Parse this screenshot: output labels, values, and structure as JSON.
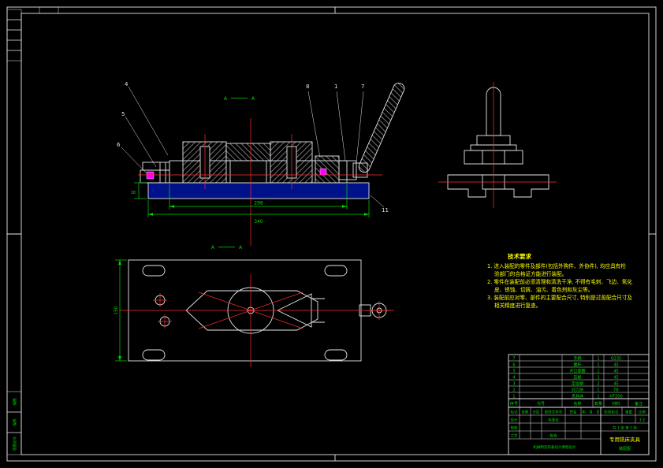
{
  "colors": {
    "bg": "#000000",
    "line": "#e6e6e6",
    "centerline": "#ff3030",
    "dim": "#00dd00",
    "note": "#ffff00",
    "accent": "#ff00ff",
    "fill_dark": "#00128a"
  },
  "sections": {
    "front_left": "A",
    "front_right": "A",
    "plan_left": "A",
    "plan_right": "A"
  },
  "balloons": {
    "items": [
      "4",
      "5",
      "6",
      "8",
      "1",
      "7",
      "11"
    ]
  },
  "dims": {
    "body_width": "298",
    "base_width": "340",
    "base_height": "18",
    "plan_height": "150"
  },
  "tech": {
    "title": "技术要求",
    "lines": [
      "1. 进入装配的零件及部件(包括外购件、外协件), 均应具有检",
      "验部门的合格证方能进行装配。",
      "2. 零件在装配前必须清理和清洗干净, 不得有毛刺、飞边、氧化",
      "皮、锈蚀、切屑、油污、着色剂和灰尘等。",
      "3. 装配前应对零、部件的主要配合尺寸, 特别是过盈配合尺寸及",
      "相关精度进行复查。"
    ]
  },
  "bom": {
    "headers": [
      "序号",
      "代号",
      "名称",
      "数量",
      "材料",
      "备注"
    ],
    "rows": [
      {
        "seq": "7",
        "code": "",
        "name": "手柄",
        "qty": "1",
        "mat": "Q235",
        "note": ""
      },
      {
        "seq": "6",
        "code": "",
        "name": "螺杆",
        "qty": "1",
        "mat": "45",
        "note": ""
      },
      {
        "seq": "5",
        "code": "",
        "name": "开口垫圈",
        "qty": "1",
        "mat": "45",
        "note": ""
      },
      {
        "seq": "4",
        "code": "",
        "name": "压板",
        "qty": "1",
        "mat": "45",
        "note": ""
      },
      {
        "seq": "3",
        "code": "",
        "name": "定位销",
        "qty": "2",
        "mat": "45",
        "note": ""
      },
      {
        "seq": "2",
        "code": "",
        "name": "对刀块",
        "qty": "1",
        "mat": "T8",
        "note": ""
      },
      {
        "seq": "1",
        "code": "",
        "name": "夹具体",
        "qty": "1",
        "mat": "HT200",
        "note": ""
      }
    ]
  },
  "title_block": {
    "mark": "标记",
    "count": "处数",
    "zone": "分区",
    "change_doc": "更改文件号",
    "sign": "签名",
    "date": "年、月、日",
    "design": "设计",
    "standard": "标准化",
    "audit": "审核",
    "process": "工艺",
    "approve": "批准",
    "stage": "阶段标记",
    "weight": "重量",
    "scale": "比例",
    "scale_value": "1:2",
    "sheet_info": "共 1 张 第 1 张",
    "unit": "机械制造装备设计课程设计",
    "name": "专用铣床夹具",
    "doc": "装配图"
  },
  "margin": {
    "box1": "描图",
    "box2": "描校",
    "box3": "底图总号"
  }
}
